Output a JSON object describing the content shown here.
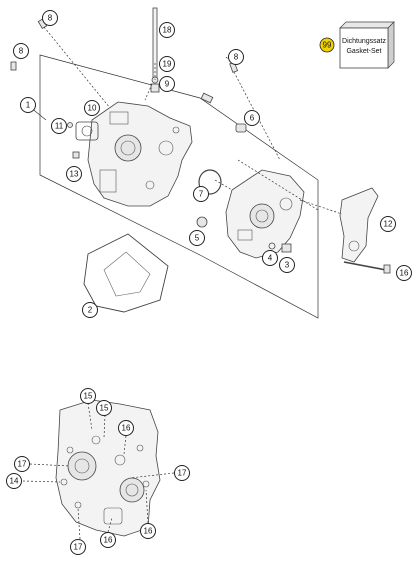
{
  "gasket_box": {
    "badge": "99",
    "line1": "Dichtungssatz",
    "line2": "Gasket-Set",
    "badge_color": "#f2d200"
  },
  "callouts": {
    "c8a": "8",
    "c8b": "8",
    "c8c": "8",
    "c18": "18",
    "c19": "19",
    "c9": "9",
    "c1": "1",
    "c10": "10",
    "c11": "11",
    "c6": "6",
    "c13": "13",
    "c7": "7",
    "c12": "12",
    "c5": "5",
    "c4": "4",
    "c3": "3",
    "c16a": "16",
    "c2": "2",
    "c15a": "15",
    "c15b": "15",
    "c16b": "16",
    "c17a": "17",
    "c17b": "17",
    "c14": "14",
    "c17c": "17",
    "c16c": "16",
    "c16d": "16"
  }
}
